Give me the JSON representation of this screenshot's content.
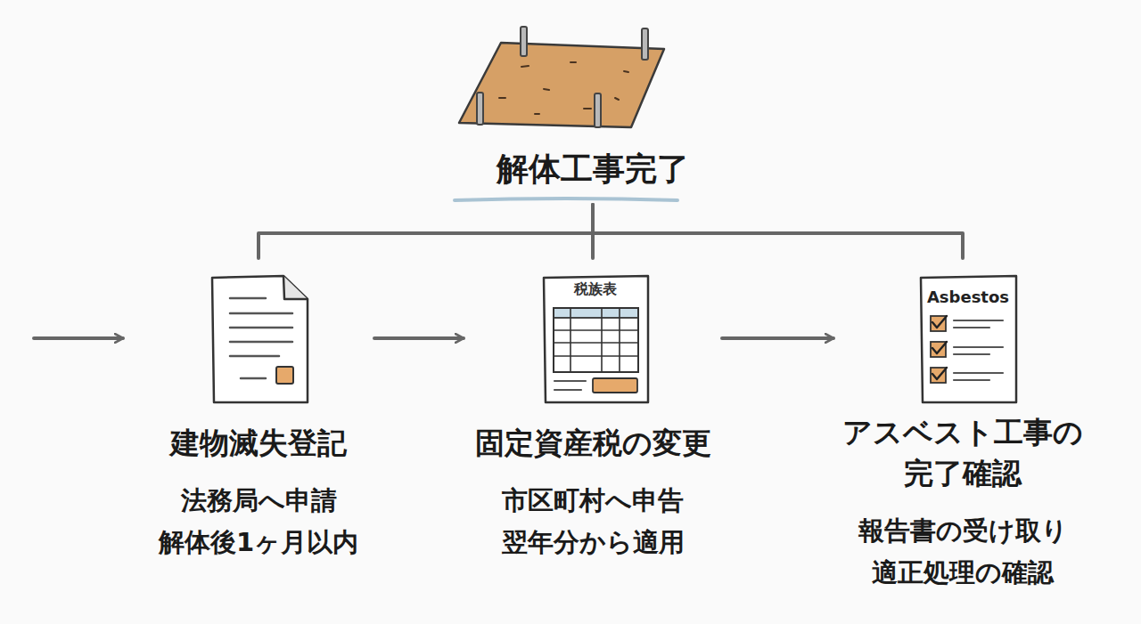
{
  "diagram": {
    "nodes": [
      {
        "text": [
          "解体工事完了"
        ]
      },
      {
        "text": [
          "建物滅失登記",
          "法務局へ申請",
          "解体後1ヶ月以内"
        ]
      },
      {
        "text": [
          "固定資産税の変更",
          "市区町村へ申告",
          "翌年分から適用"
        ]
      },
      {
        "text": [
          "アスベスト工事の 完了確認",
          "報告書の受け取り",
          "適正処理の確認"
        ]
      }
    ],
    "edges": [
      {
        "from": 0,
        "to": 1,
        "arrow": "none"
      },
      {
        "from": 0,
        "to": 2,
        "arrow": "none"
      },
      {
        "from": 0,
        "to": 3,
        "arrow": "none"
      },
      {
        "from": 1,
        "to": 2,
        "arrow": "to"
      },
      {
        "from": 2,
        "to": 3,
        "arrow": "to"
      }
    ],
    "labels": [
      "税族表",
      "Asbestos"
    ]
  }
}
